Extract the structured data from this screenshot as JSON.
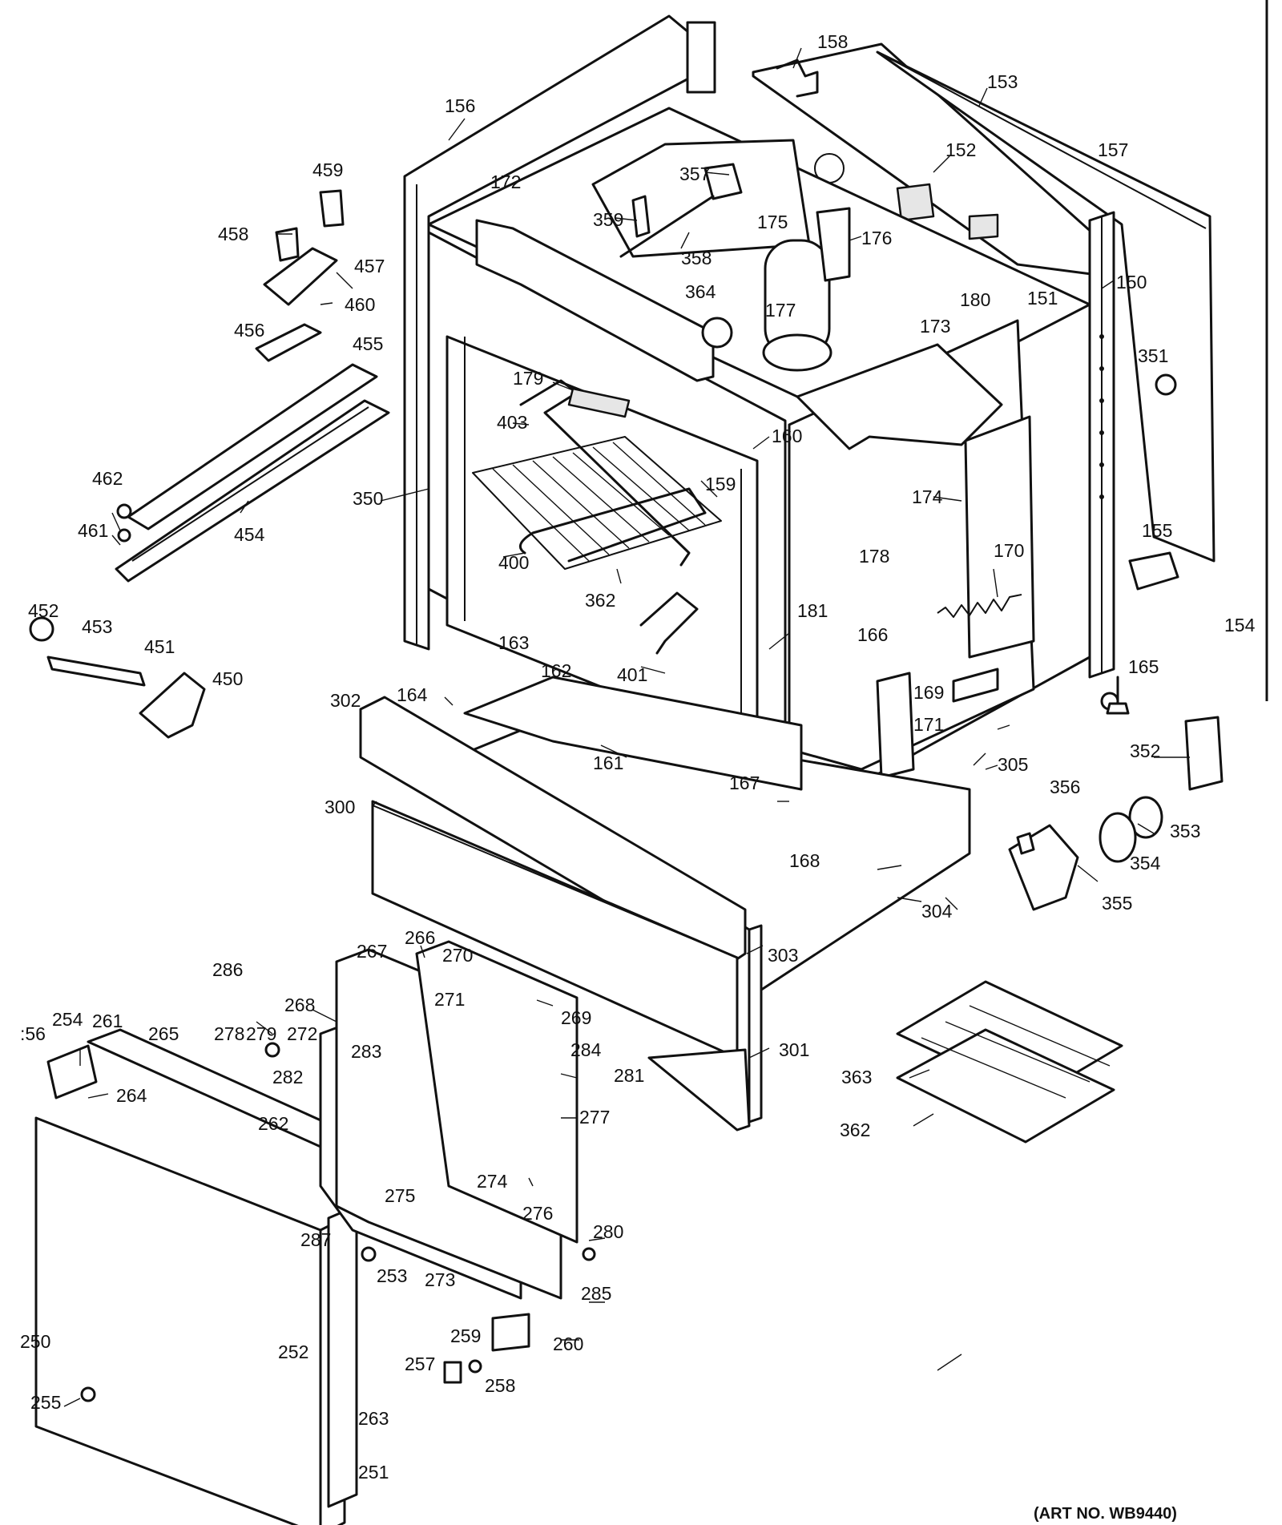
{
  "title": "",
  "art_number": "(ART NO. WB9440)",
  "labels": [
    {
      "id": "p156",
      "text": "156"
    },
    {
      "id": "p158",
      "text": "158"
    },
    {
      "id": "p153",
      "text": "153"
    },
    {
      "id": "p152",
      "text": "152"
    },
    {
      "id": "p157",
      "text": "157"
    },
    {
      "id": "p459",
      "text": "459"
    },
    {
      "id": "p172",
      "text": "172"
    },
    {
      "id": "p357",
      "text": "357"
    },
    {
      "id": "p359",
      "text": "359"
    },
    {
      "id": "p358",
      "text": "358"
    },
    {
      "id": "p175",
      "text": "175"
    },
    {
      "id": "p176",
      "text": "176"
    },
    {
      "id": "p458",
      "text": "458"
    },
    {
      "id": "p457",
      "text": "457"
    },
    {
      "id": "p150",
      "text": "150"
    },
    {
      "id": "p460",
      "text": "460"
    },
    {
      "id": "p364",
      "text": "364"
    },
    {
      "id": "p177",
      "text": "177"
    },
    {
      "id": "p180",
      "text": "180"
    },
    {
      "id": "p151",
      "text": "151"
    },
    {
      "id": "p456",
      "text": "456"
    },
    {
      "id": "p455",
      "text": "455"
    },
    {
      "id": "p173",
      "text": "173"
    },
    {
      "id": "p179",
      "text": "179"
    },
    {
      "id": "p351",
      "text": "351"
    },
    {
      "id": "p403",
      "text": "403"
    },
    {
      "id": "p160",
      "text": "160"
    },
    {
      "id": "p462",
      "text": "462"
    },
    {
      "id": "p159",
      "text": "159"
    },
    {
      "id": "p350",
      "text": "350"
    },
    {
      "id": "p174",
      "text": "174"
    },
    {
      "id": "p461",
      "text": "461"
    },
    {
      "id": "p454",
      "text": "454"
    },
    {
      "id": "p155",
      "text": "155"
    },
    {
      "id": "p178",
      "text": "178"
    },
    {
      "id": "p400",
      "text": "400"
    },
    {
      "id": "p362a",
      "text": "362"
    },
    {
      "id": "p170",
      "text": "170"
    },
    {
      "id": "p452",
      "text": "452"
    },
    {
      "id": "p453",
      "text": "453"
    },
    {
      "id": "p154",
      "text": "154"
    },
    {
      "id": "p181",
      "text": "181"
    },
    {
      "id": "p166",
      "text": "166"
    },
    {
      "id": "p163",
      "text": "163"
    },
    {
      "id": "p451",
      "text": "451"
    },
    {
      "id": "p162",
      "text": "162"
    },
    {
      "id": "p401",
      "text": "401"
    },
    {
      "id": "p165",
      "text": "165"
    },
    {
      "id": "p450",
      "text": "450"
    },
    {
      "id": "p169",
      "text": "169"
    },
    {
      "id": "p302",
      "text": "302"
    },
    {
      "id": "p164",
      "text": "164"
    },
    {
      "id": "p171",
      "text": "171"
    },
    {
      "id": "p352",
      "text": "352"
    },
    {
      "id": "p161",
      "text": "161"
    },
    {
      "id": "p305",
      "text": "305"
    },
    {
      "id": "p167",
      "text": "167"
    },
    {
      "id": "p300",
      "text": "300"
    },
    {
      "id": "p356",
      "text": "356"
    },
    {
      "id": "p353",
      "text": "353"
    },
    {
      "id": "p168",
      "text": "168"
    },
    {
      "id": "p354",
      "text": "354"
    },
    {
      "id": "p355",
      "text": "355"
    },
    {
      "id": "p304",
      "text": "304"
    },
    {
      "id": "p266",
      "text": "266"
    },
    {
      "id": "p267",
      "text": "267"
    },
    {
      "id": "p270",
      "text": "270"
    },
    {
      "id": "p303",
      "text": "303"
    },
    {
      "id": "p286",
      "text": "286"
    },
    {
      "id": "p268",
      "text": "268"
    },
    {
      "id": "p269",
      "text": "269"
    },
    {
      "id": "p301",
      "text": "301"
    },
    {
      "id": "p254",
      "text": "254"
    },
    {
      "id": "p261",
      "text": "261"
    },
    {
      "id": "p265",
      "text": "265"
    },
    {
      "id": "p278",
      "text": "278"
    },
    {
      "id": "p279",
      "text": "279"
    },
    {
      "id": "p272",
      "text": "272"
    },
    {
      "id": "p271",
      "text": "271"
    },
    {
      "id": "p284",
      "text": "284"
    },
    {
      "id": "p256",
      "text": ":56"
    },
    {
      "id": "p283",
      "text": "283"
    },
    {
      "id": "p281",
      "text": "281"
    },
    {
      "id": "p363",
      "text": "363"
    },
    {
      "id": "p282",
      "text": "282"
    },
    {
      "id": "p264",
      "text": "264"
    },
    {
      "id": "p277",
      "text": "277"
    },
    {
      "id": "p362b",
      "text": "362"
    },
    {
      "id": "p262",
      "text": "262"
    },
    {
      "id": "p274",
      "text": "274"
    },
    {
      "id": "p276",
      "text": "276"
    },
    {
      "id": "p275",
      "text": "275"
    },
    {
      "id": "p280",
      "text": "280"
    },
    {
      "id": "p287",
      "text": "287"
    },
    {
      "id": "p253",
      "text": "253"
    },
    {
      "id": "p273",
      "text": "273"
    },
    {
      "id": "p285",
      "text": "285"
    },
    {
      "id": "p259",
      "text": "259"
    },
    {
      "id": "p260",
      "text": "260"
    },
    {
      "id": "p250",
      "text": "250"
    },
    {
      "id": "p252",
      "text": "252"
    },
    {
      "id": "p257",
      "text": "257"
    },
    {
      "id": "p258",
      "text": "258"
    },
    {
      "id": "p255",
      "text": "255"
    },
    {
      "id": "p263",
      "text": "263"
    },
    {
      "id": "p251",
      "text": "251"
    }
  ]
}
